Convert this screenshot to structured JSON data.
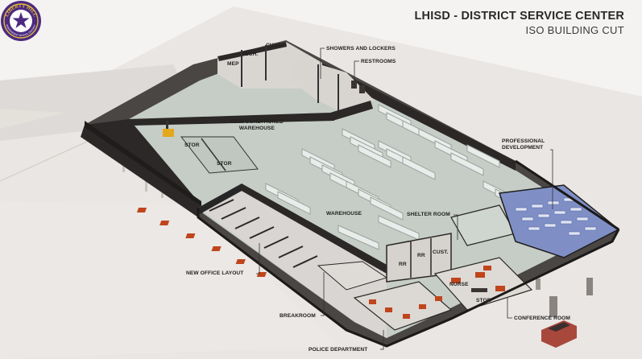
{
  "header": {
    "title": "LHISD - DISTRICT SERVICE CENTER",
    "subtitle": "ISO BUILDING CUT"
  },
  "labels": {
    "cust_top": "CUST.",
    "tech": "TECH.",
    "mep": "MEP",
    "showers_and_lockers": "SHOWERS AND LOCKERS",
    "restrooms": "RESTROOMS",
    "semi_conditioned_warehouse_line1": "SEMI CONDITIONED",
    "semi_conditioned_warehouse_line2": "WAREHOUSE",
    "stor_1": "STOR",
    "stor_2": "STOR",
    "professional_development_line1": "PROFESSIONAL",
    "professional_development_line2": "DEVELOPMENT",
    "warehouse": "WAREHOUSE",
    "shelter_room": "SHELTER ROOM",
    "cust_lower": "CUST.",
    "rr_1": "RR",
    "rr_2": "RR",
    "new_office_layout": "NEW OFFICE LAYOUT",
    "nurse": "NURSE",
    "stor_3": "STOR",
    "breakroom": "BREAKROOM",
    "conference_room": "CONFERENCE ROOM",
    "police_department": "POLICE DEPARTMENT"
  },
  "logo": {
    "text_top": "LIBERTY HILL",
    "text_bottom": "INDEPENDENT SCHOOL DISTRICT"
  },
  "colors": {
    "floor": "#c5cdc6",
    "wall_top": "#262626",
    "wall_side": "#4a4644",
    "office_floor": "#d8d5d2",
    "accent_red": "#c0451c",
    "pd_blue": "#7f8fc6",
    "logo_purple": "#4b2a80",
    "logo_gold": "#e0b93a"
  }
}
